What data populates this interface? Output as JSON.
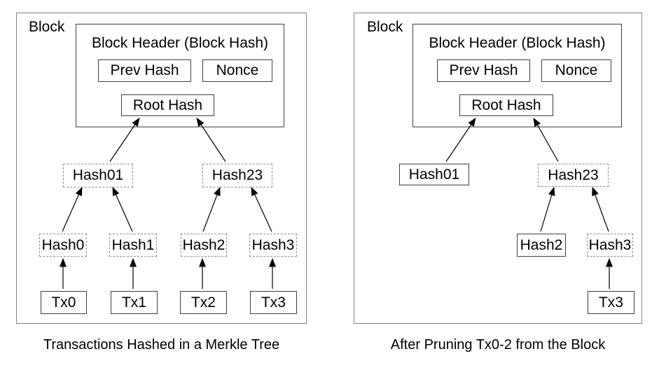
{
  "colors": {
    "background": "#ffffff",
    "panel_border": "#828282",
    "box_border": "#3f3f3f",
    "dashed_border": "#8c8c8c",
    "arrow": "#000000",
    "text": "#000000"
  },
  "panels": [
    {
      "block_label": "Block",
      "header": {
        "title": "Block Header (Block Hash)",
        "prev_hash": "Prev Hash",
        "nonce": "Nonce",
        "root_hash": "Root Hash"
      },
      "nodes": {
        "hash01": "Hash01",
        "hash23": "Hash23",
        "hash0": "Hash0",
        "hash1": "Hash1",
        "hash2": "Hash2",
        "hash3": "Hash3",
        "tx0": "Tx0",
        "tx1": "Tx1",
        "tx2": "Tx2",
        "tx3": "Tx3"
      },
      "caption": "Transactions Hashed in a Merkle Tree"
    },
    {
      "block_label": "Block",
      "header": {
        "title": "Block Header (Block Hash)",
        "prev_hash": "Prev Hash",
        "nonce": "Nonce",
        "root_hash": "Root Hash"
      },
      "nodes": {
        "hash01": "Hash01",
        "hash23": "Hash23",
        "hash2": "Hash2",
        "hash3": "Hash3",
        "tx3": "Tx3"
      },
      "caption": "After Pruning Tx0-2 from the Block"
    }
  ]
}
